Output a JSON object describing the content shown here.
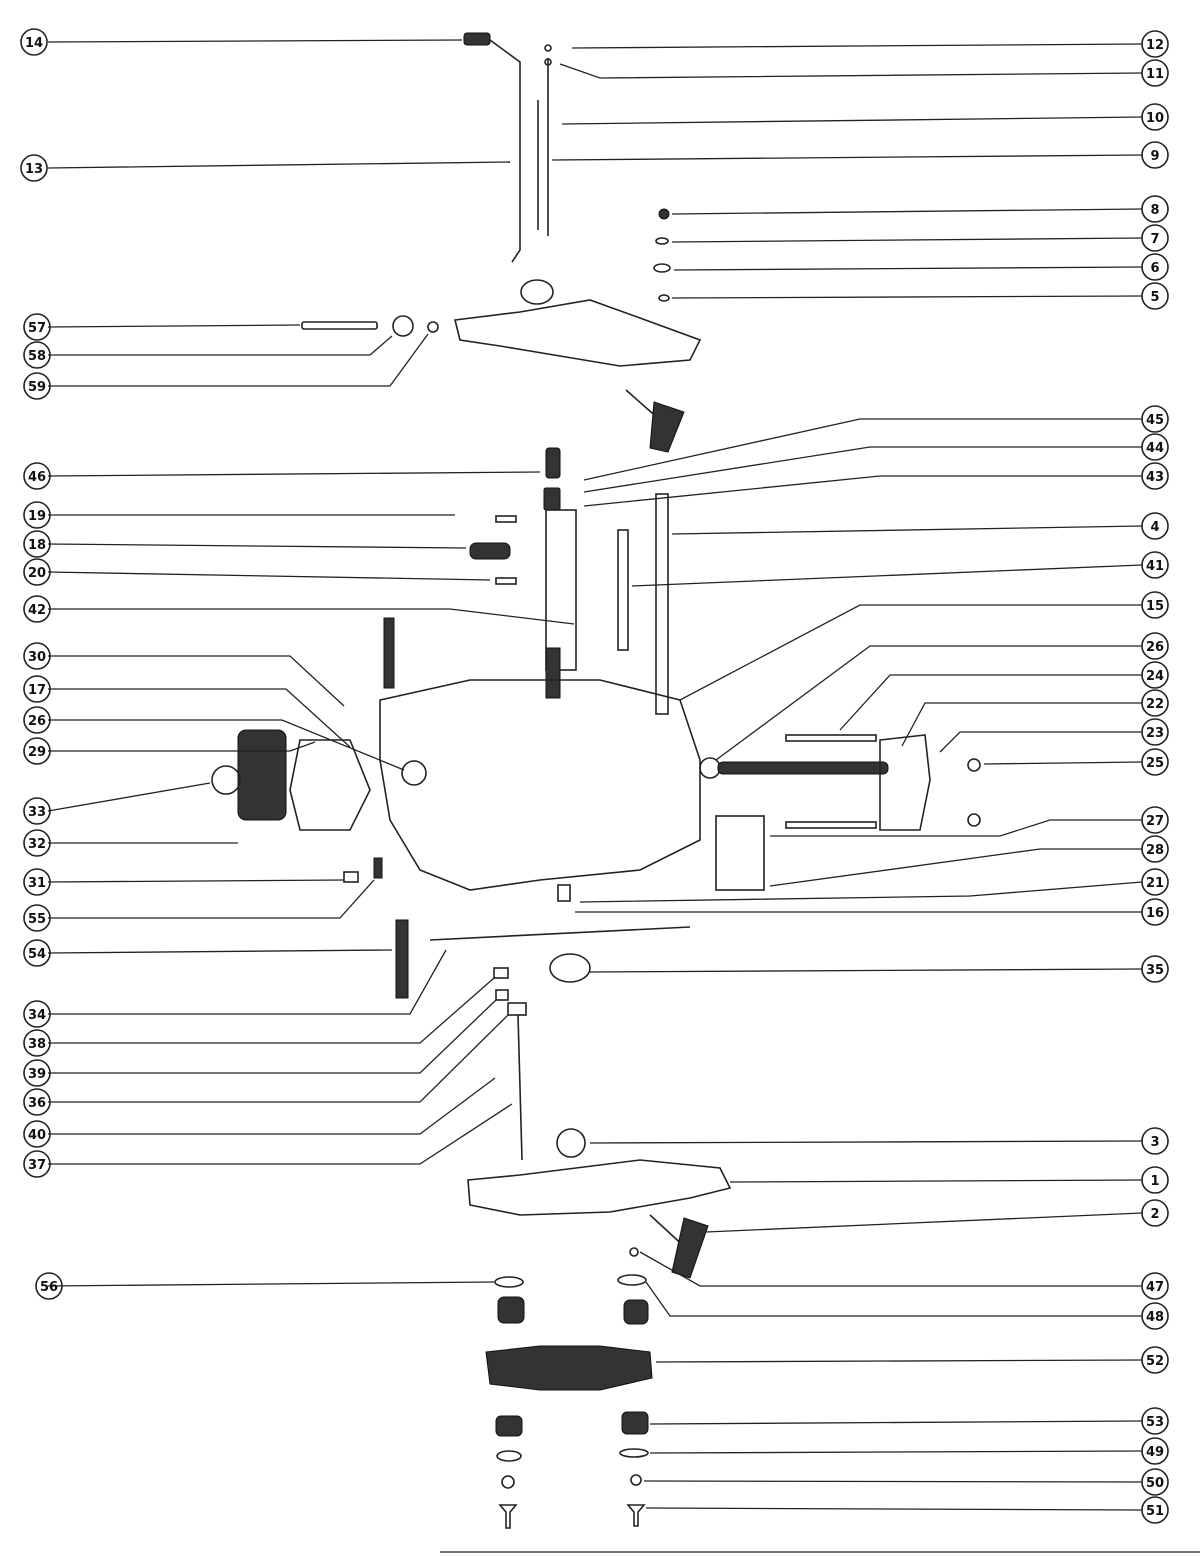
{
  "callouts": {
    "c1": "1",
    "c2": "2",
    "c3": "3",
    "c4": "4",
    "c5": "5",
    "c6": "6",
    "c7": "7",
    "c8": "8",
    "c9": "9",
    "c10": "10",
    "c11": "11",
    "c12": "12",
    "c13": "13",
    "c14": "14",
    "c15": "15",
    "c16": "16",
    "c17": "17",
    "c18": "18",
    "c19": "19",
    "c20": "20",
    "c21": "21",
    "c22": "22",
    "c23": "23",
    "c24": "24",
    "c25": "25",
    "c26": "26",
    "c27": "27",
    "c28": "28",
    "c29": "29",
    "c30": "30",
    "c31": "31",
    "c32": "32",
    "c33": "33",
    "c34": "34",
    "c35": "35",
    "c36": "36",
    "c37": "37",
    "c38": "38",
    "c39": "39",
    "c40": "40",
    "c41": "41",
    "c42": "42",
    "c43": "43",
    "c44": "44",
    "c45": "45",
    "c46": "46",
    "c47": "47",
    "c48": "48",
    "c49": "49",
    "c50": "50",
    "c51": "51",
    "c52": "52",
    "c53": "53",
    "c54": "54",
    "c55": "55",
    "c56": "56",
    "c57": "57",
    "c58": "58",
    "c59": "59",
    "c26b": "26"
  }
}
